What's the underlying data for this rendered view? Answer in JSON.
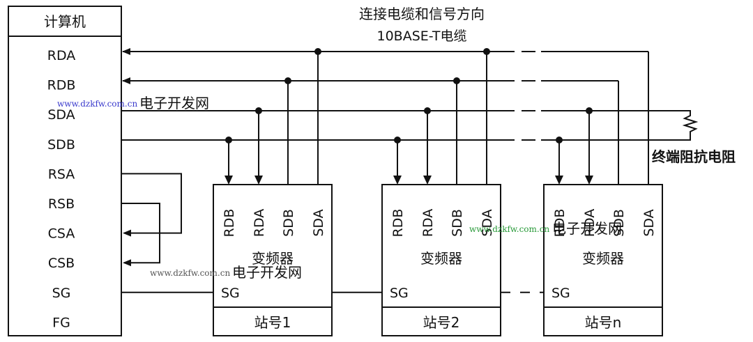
{
  "title": {
    "line1": "连接电缆和信号方向",
    "line2": "10BASE-T电缆"
  },
  "computer": {
    "title": "计算机",
    "pins": [
      "RDA",
      "RDB",
      "SDA",
      "SDB",
      "RSA",
      "RSB",
      "CSA",
      "CSB",
      "SG",
      "FG"
    ]
  },
  "bus_lines": [
    "RDA",
    "RDB",
    "SDA",
    "SDB"
  ],
  "loopbacks": [
    {
      "from": "RSA",
      "to": "CSA"
    },
    {
      "from": "RSB",
      "to": "CSB"
    }
  ],
  "stations": [
    {
      "name": "变频器",
      "label": "站号1",
      "pins": [
        "RDB",
        "RDA",
        "SDB",
        "SDA"
      ],
      "sg": "SG",
      "connections": [
        {
          "pin": "RDB",
          "bus": "SDB"
        },
        {
          "pin": "RDA",
          "bus": "SDA"
        },
        {
          "pin": "SDB",
          "bus": "RDB"
        },
        {
          "pin": "SDA",
          "bus": "RDA"
        }
      ]
    },
    {
      "name": "变频器",
      "label": "站号2",
      "pins": [
        "RDB",
        "RDA",
        "SDB",
        "SDA"
      ],
      "sg": "SG",
      "connections": [
        {
          "pin": "RDB",
          "bus": "SDB"
        },
        {
          "pin": "RDA",
          "bus": "SDA"
        },
        {
          "pin": "SDB",
          "bus": "RDB"
        },
        {
          "pin": "SDA",
          "bus": "RDA"
        }
      ]
    },
    {
      "name": "变频器",
      "label": "站号n",
      "pins": [
        "RDB",
        "RDA",
        "SDB",
        "SDA"
      ],
      "sg": "SG",
      "connections": [
        {
          "pin": "RDB",
          "bus": "SDB"
        },
        {
          "pin": "RDA",
          "bus": "SDA"
        },
        {
          "pin": "SDB",
          "bus": "RDB"
        },
        {
          "pin": "SDA",
          "bus": "RDA"
        }
      ]
    }
  ],
  "terminator": {
    "label": "终端阻抗电阻",
    "between": [
      "SDA",
      "SDB"
    ]
  },
  "watermarks": [
    {
      "url": "www.dzkfw.com.cn",
      "text": "电子开发网",
      "color": "#3a3acc"
    },
    {
      "url": "www.dzkfw.com.cn",
      "text": "电子开发网",
      "color": "#2a9a3a"
    },
    {
      "url": "www.dzkfw.com.cn",
      "text": "电子开发网",
      "color": "#555555"
    }
  ]
}
